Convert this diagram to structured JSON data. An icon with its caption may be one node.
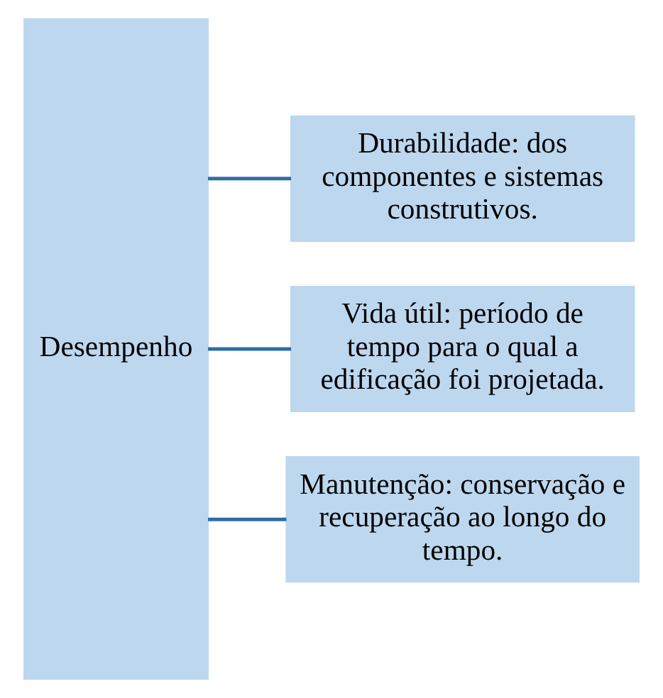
{
  "diagram": {
    "nodes": [
      {
        "text": [
          "Desempenho"
        ]
      },
      {
        "text": [
          "Durabilidade: dos componentes e sistemas construtivos."
        ]
      },
      {
        "text": [
          "Vida útil: período de tempo para o qual a edificação foi projetada."
        ]
      },
      {
        "text": [
          "Manutenção: conservação e recuperação ao longo do tempo."
        ]
      }
    ],
    "edges": [
      {
        "from": 0,
        "to": 1,
        "arrow": "none"
      },
      {
        "from": 0,
        "to": 2,
        "arrow": "none"
      },
      {
        "from": 0,
        "to": 3,
        "arrow": "none"
      }
    ]
  }
}
